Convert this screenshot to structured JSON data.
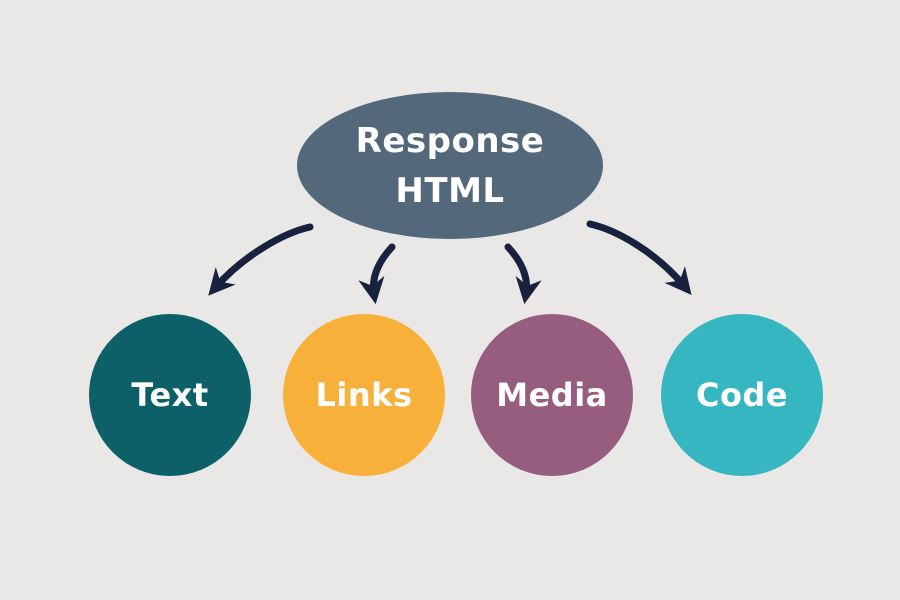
{
  "diagram": {
    "title": "Response HTML breakdown diagram",
    "background_color": "#e9e8e6",
    "arrow_color": "#18223f",
    "root": {
      "label_line1": "Response",
      "label_line2": "HTML",
      "color": "#53687b",
      "text_color": "#ffffff"
    },
    "children": [
      {
        "label": "Text",
        "color": "#0d6067"
      },
      {
        "label": "Links",
        "color": "#f7b13a"
      },
      {
        "label": "Media",
        "color": "#975d7f"
      },
      {
        "label": "Code",
        "color": "#36b6c0"
      }
    ]
  }
}
